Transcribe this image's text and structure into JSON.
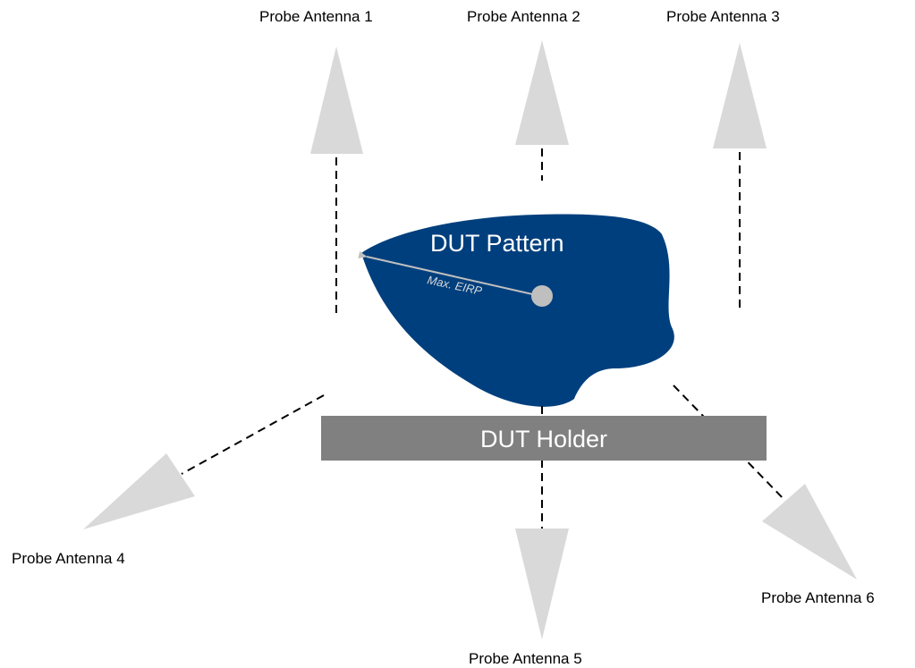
{
  "diagram": {
    "dut_pattern": {
      "title": "DUT Pattern",
      "max_eirp_label": "Max. EIRP",
      "fill_color": "#003f7d",
      "center_dot_color": "#bfbfbf"
    },
    "dut_holder": {
      "label": "DUT Holder",
      "fill_color": "#808080"
    },
    "probe_color": "#d9d9d9",
    "probes": [
      {
        "id": "1",
        "label": "Probe Antenna 1"
      },
      {
        "id": "2",
        "label": "Probe Antenna 2"
      },
      {
        "id": "3",
        "label": "Probe Antenna 3"
      },
      {
        "id": "4",
        "label": "Probe Antenna 4"
      },
      {
        "id": "5",
        "label": "Probe Antenna 5"
      },
      {
        "id": "6",
        "label": "Probe Antenna 6"
      }
    ]
  }
}
